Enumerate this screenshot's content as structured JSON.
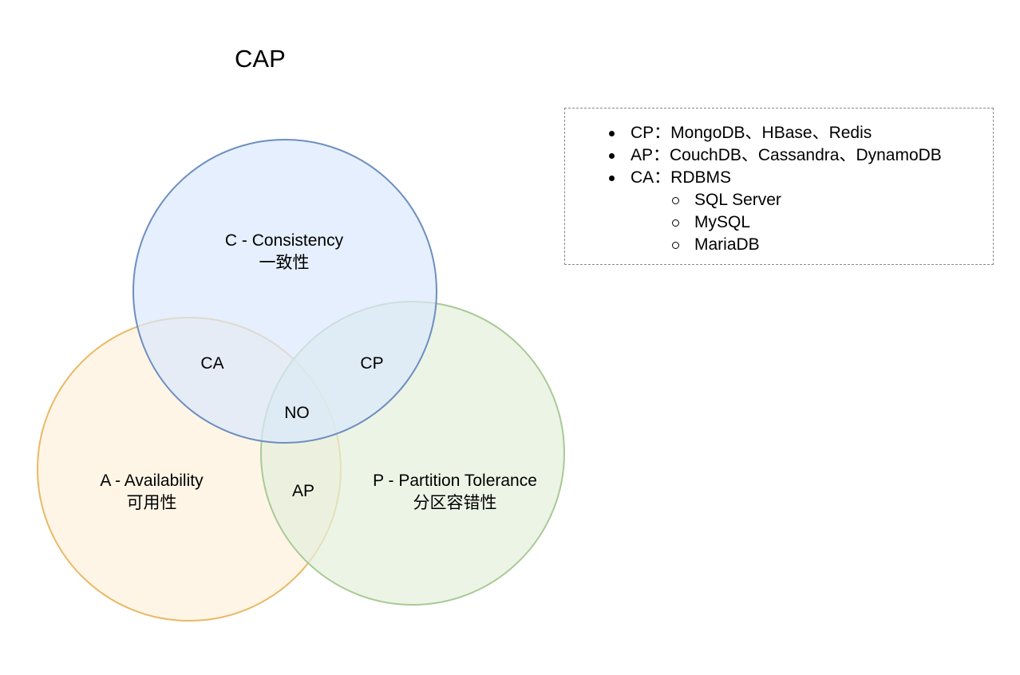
{
  "title": "CAP",
  "colors": {
    "consistency_fill": "#dae8fc",
    "consistency_stroke": "#6c8ebf",
    "availability_fill": "#fff2e0",
    "availability_stroke": "#e8b965",
    "partition_fill": "#e4f0dc",
    "partition_stroke": "#a9c995"
  },
  "circles": {
    "consistency": {
      "label": "C - Consistency",
      "sublabel": "一致性"
    },
    "availability": {
      "label": "A - Availability",
      "sublabel": "可用性"
    },
    "partition": {
      "label": "P - Partition Tolerance",
      "sublabel": "分区容错性"
    }
  },
  "regions": {
    "ca": "CA",
    "cp": "CP",
    "ap": "AP",
    "none": "NO"
  },
  "legend": {
    "items": [
      {
        "text": "CP：MongoDB、HBase、Redis"
      },
      {
        "text": "AP：CouchDB、Cassandra、DynamoDB"
      },
      {
        "text": "CA：RDBMS",
        "children": [
          "SQL Server",
          "MySQL",
          "MariaDB"
        ]
      }
    ]
  }
}
